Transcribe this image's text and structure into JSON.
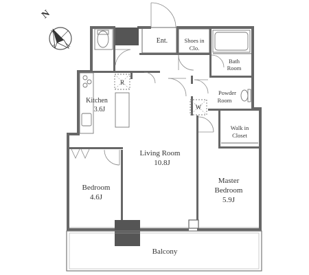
{
  "compass": {
    "north_label": "N"
  },
  "rooms": {
    "entrance": "Ent.",
    "shoes_closet": [
      "Shoes in",
      "Clo."
    ],
    "bath_room": [
      "Bath",
      "Room"
    ],
    "powder_room": [
      "Powder",
      "Room"
    ],
    "kitchen": [
      "Kitchen",
      "3.6J"
    ],
    "refrigerator_mark": "R",
    "washer_mark": "W",
    "walk_in_closet": [
      "Walk in",
      "Closet"
    ],
    "living_room": [
      "Living Room",
      "10.8J"
    ],
    "bedroom": [
      "Bedroom",
      "4.6J"
    ],
    "master_bedroom": [
      "Master",
      "Bedroom",
      "5.9J"
    ],
    "balcony": "Balcony"
  },
  "colors": {
    "wall": "#676767",
    "shaft_fill": "#555555",
    "text": "#333333"
  }
}
